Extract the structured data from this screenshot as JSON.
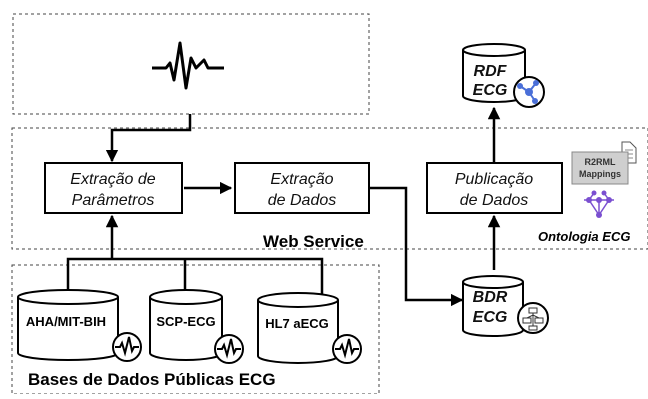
{
  "boxes": {
    "extracao_parametros": [
      "Extração de",
      "Parâmetros"
    ],
    "extracao_dados": [
      "Extração",
      "de Dados"
    ],
    "publicacao_dados": [
      "Publicação",
      "de Dados"
    ]
  },
  "labels": {
    "web_service": "Web Service",
    "bases_publicas": "Bases de Dados Públicas ECG",
    "ontologia": "Ontologia ECG"
  },
  "databases": {
    "aha": "AHA/MIT-BIH",
    "scp": "SCP-ECG",
    "hl7": "HL7 aECG",
    "bdr": [
      "BDR",
      "ECG"
    ],
    "rdf": [
      "RDF",
      "ECG"
    ]
  },
  "mapping_doc": [
    "R2RML",
    "Mappings"
  ],
  "colors": {
    "accent": "#4a6fd8",
    "ontology": "#7a4fd0"
  }
}
